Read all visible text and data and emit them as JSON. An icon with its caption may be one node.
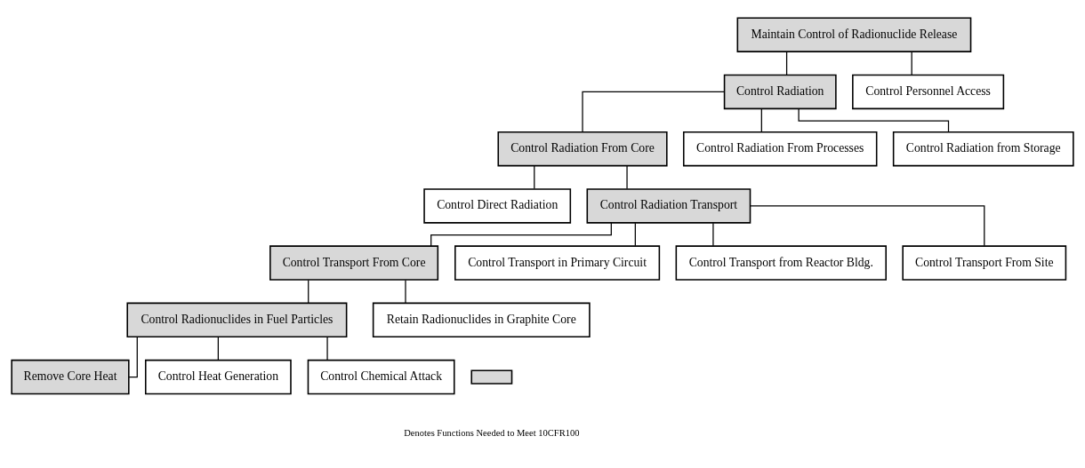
{
  "diagram": {
    "nodes": [
      {
        "text": [
          "Maintain Control of Radionuclide Release"
        ]
      },
      {
        "text": [
          "Control Radiation"
        ]
      },
      {
        "text": [
          "Control Personnel Access"
        ]
      },
      {
        "text": [
          "Control Radiation From Core"
        ]
      },
      {
        "text": [
          "Control Radiation From Processes"
        ]
      },
      {
        "text": [
          "Control Radiation from Storage"
        ]
      },
      {
        "text": [
          "Control Direct Radiation"
        ]
      },
      {
        "text": [
          "Control Radiation Transport"
        ]
      },
      {
        "text": [
          "Control Transport From Core"
        ]
      },
      {
        "text": [
          "Control Transport in Primary Circuit"
        ]
      },
      {
        "text": [
          "Control Transport from Reactor Bldg."
        ]
      },
      {
        "text": [
          "Control Transport From Site"
        ]
      },
      {
        "text": [
          "Control Radionuclides in Fuel Particles"
        ]
      },
      {
        "text": [
          "Retain Radionuclides in Graphite Core"
        ]
      },
      {
        "text": [
          "Remove Core Heat"
        ]
      },
      {
        "text": [
          "Control Heat Generation"
        ]
      },
      {
        "text": [
          "Control Chemical Attack"
        ]
      }
    ],
    "edges": [
      {
        "from": 0,
        "to": 1,
        "arrow": "none"
      },
      {
        "from": 0,
        "to": 2,
        "arrow": "none"
      },
      {
        "from": 1,
        "to": 3,
        "arrow": "none"
      },
      {
        "from": 1,
        "to": 4,
        "arrow": "none"
      },
      {
        "from": 1,
        "to": 5,
        "arrow": "none"
      },
      {
        "from": 3,
        "to": 6,
        "arrow": "none"
      },
      {
        "from": 3,
        "to": 7,
        "arrow": "none"
      },
      {
        "from": 7,
        "to": 8,
        "arrow": "none"
      },
      {
        "from": 7,
        "to": 9,
        "arrow": "none"
      },
      {
        "from": 7,
        "to": 10,
        "arrow": "none"
      },
      {
        "from": 7,
        "to": 11,
        "arrow": "none"
      },
      {
        "from": 8,
        "to": 12,
        "arrow": "none"
      },
      {
        "from": 8,
        "to": 13,
        "arrow": "none"
      },
      {
        "from": 12,
        "to": 14,
        "arrow": "none"
      },
      {
        "from": 12,
        "to": 15,
        "arrow": "none"
      },
      {
        "from": 12,
        "to": 16,
        "arrow": "none"
      }
    ],
    "legend": [
      {
        "text": "Denotes Functions Needed to Meet 10CFR100"
      }
    ]
  }
}
